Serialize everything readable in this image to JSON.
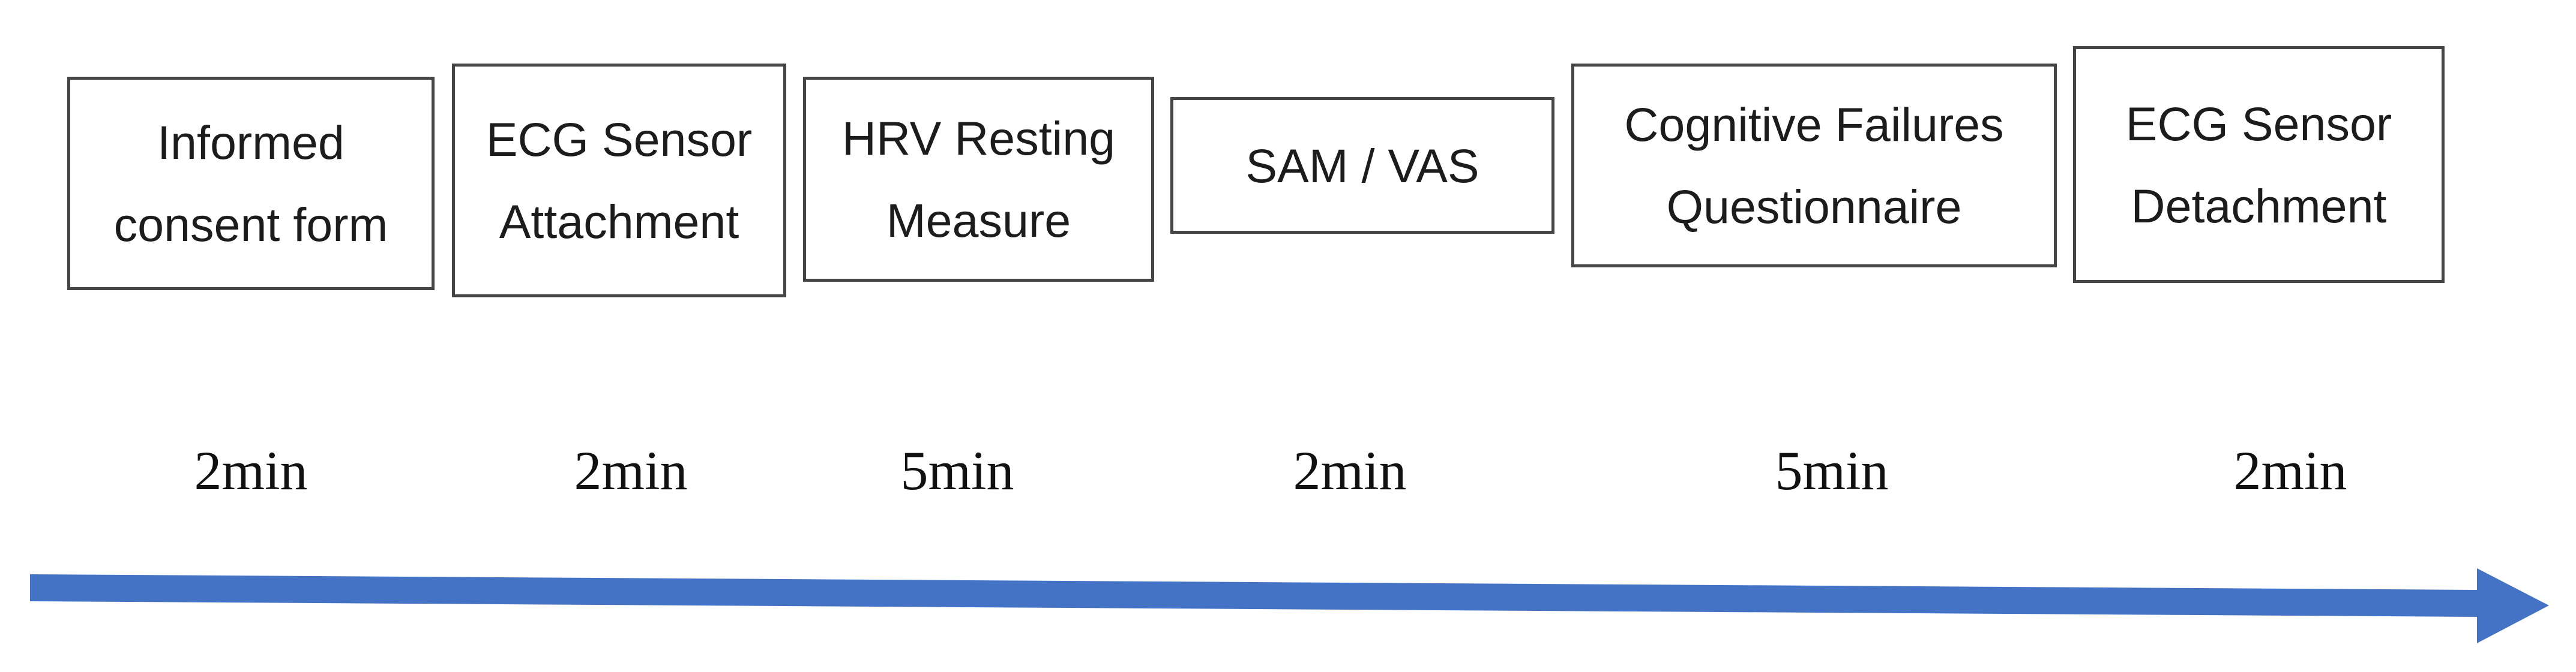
{
  "figure": {
    "type": "procedure-timeline",
    "orientation": "left-to-right"
  },
  "steps": [
    {
      "lines": [
        "Informed",
        "consent form"
      ],
      "duration": "2min"
    },
    {
      "lines": [
        "ECG Sensor",
        "Attachment"
      ],
      "duration": "2min"
    },
    {
      "lines": [
        "HRV Resting",
        "Measure"
      ],
      "duration": "5min"
    },
    {
      "lines": [
        "SAM / VAS"
      ],
      "duration": "2min"
    },
    {
      "lines": [
        "Cognitive Failures",
        "Questionnaire"
      ],
      "duration": "5min"
    },
    {
      "lines": [
        "ECG Sensor",
        "Detachment"
      ],
      "duration": "2min"
    }
  ],
  "arrow": {
    "name": "right-arrow",
    "direction": "right",
    "color": "#4472C4"
  },
  "colors": {
    "box_border": "#454545",
    "box_fill": "#ffffff",
    "text": "#1c1c1c",
    "background": "#ffffff"
  }
}
